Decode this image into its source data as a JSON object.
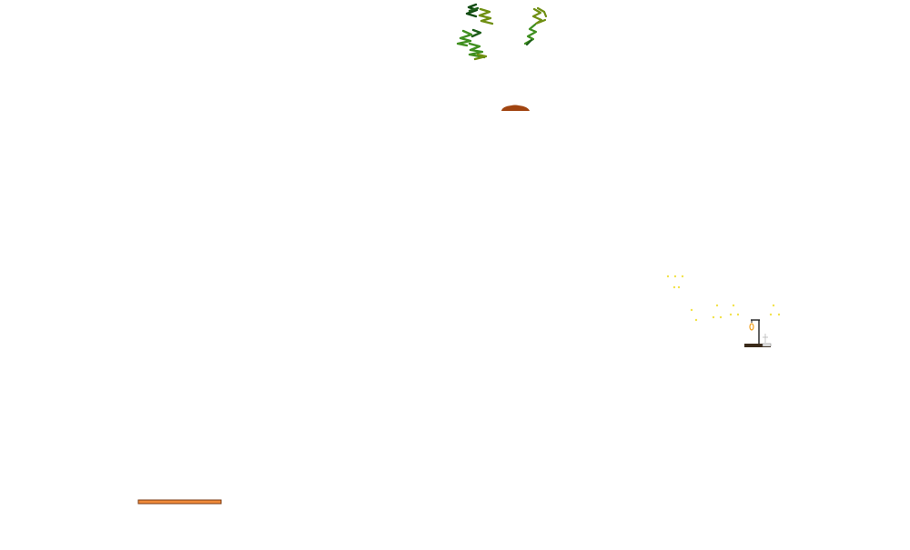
{
  "game": {
    "background_color": "#ffffff",
    "colors": {
      "vine_dark": "#1e5e1a",
      "vine_mid": "#3f8f1f",
      "vine_olive": "#6f8f12",
      "vine_deep": "#0f4a10",
      "mound": "#a04410",
      "paddle": "#f08a3a",
      "paddle_outline": "#7a3a10",
      "sparkle": "#f2e24a",
      "lamp_post": "#222222",
      "lamp_flame": "#f0a020",
      "lamp_base": "#3a2a1a",
      "ghost": "#b8b8b8"
    },
    "entities": [
      {
        "name": "vine-cluster-left",
        "icon": "vine-icon"
      },
      {
        "name": "vine-cluster-right",
        "icon": "vine-icon"
      },
      {
        "name": "dirt-mound",
        "icon": "mound-icon"
      },
      {
        "name": "sparkle-field",
        "icon": "sparkle-icon"
      },
      {
        "name": "lamp-post",
        "icon": "lamp-icon"
      },
      {
        "name": "player-paddle",
        "icon": "paddle-icon"
      }
    ]
  }
}
